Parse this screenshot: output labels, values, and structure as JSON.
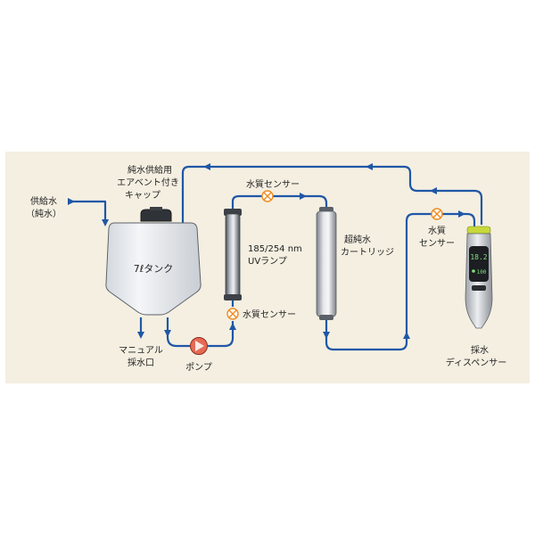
{
  "diagram": {
    "colors": {
      "panel": "#f4efe1",
      "pipe": "#1f57a6",
      "tank_fill": "#e9edf1",
      "sensor": "#f08a1e",
      "pump": "#e56a55"
    },
    "labels": {
      "supply_water": "供給水",
      "supply_water_sub": "（純水）",
      "vent_cap_line1": "純水供給用",
      "vent_cap_line2": "エアベント付き",
      "vent_cap_line3": "キャップ",
      "tank": "7ℓタンク",
      "manual_outlet_line1": "マニュアル",
      "manual_outlet_line2": "採水口",
      "pump": "ポンプ",
      "uv_lamp_line1": "185/254 nm",
      "uv_lamp_line2": "UVランプ",
      "sensor_top": "水質センサー",
      "sensor_bottom": "水質センサー",
      "cartridge_line1": "超純水",
      "cartridge_line2": "カートリッジ",
      "sensor_right_line1": "水質",
      "sensor_right_line2": "センサー",
      "dispenser_line1": "採水",
      "dispenser_line2": "ディスペンサー",
      "display_top": "18.2",
      "display_bottom": "100"
    },
    "icons": [
      "valve-icon",
      "sensor-icon",
      "pump-icon",
      "arrow-icon"
    ]
  }
}
